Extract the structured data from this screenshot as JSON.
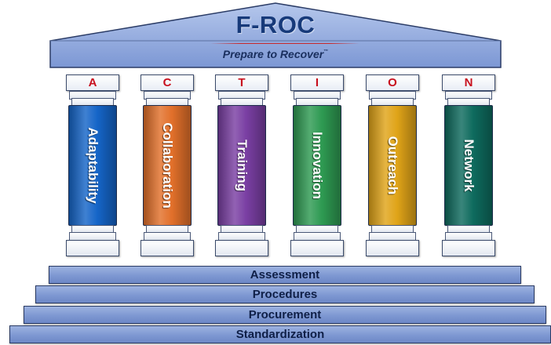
{
  "title": "F-ROC",
  "subtitle": "Prepare to Recover",
  "trademark": "™",
  "pillars": [
    {
      "letter": "A",
      "label": "Adaptability",
      "color": "#1565c8"
    },
    {
      "letter": "C",
      "label": "Collaboration",
      "color": "#e2702a"
    },
    {
      "letter": "T",
      "label": "Training",
      "color": "#7a3fa3"
    },
    {
      "letter": "I",
      "label": "Innovation",
      "color": "#2e9a52"
    },
    {
      "letter": "O",
      "label": "Outreach",
      "color": "#e0a418"
    },
    {
      "letter": "N",
      "label": "Network",
      "color": "#0e6b5e"
    }
  ],
  "steps": [
    "Assessment",
    "Procedures",
    "Procurement",
    "Standardization"
  ],
  "colors": {
    "roof": "#8ea8dd",
    "title_text": "#173a7a",
    "letter_text": "#c8101e",
    "step_fill": "#7e98d2"
  }
}
